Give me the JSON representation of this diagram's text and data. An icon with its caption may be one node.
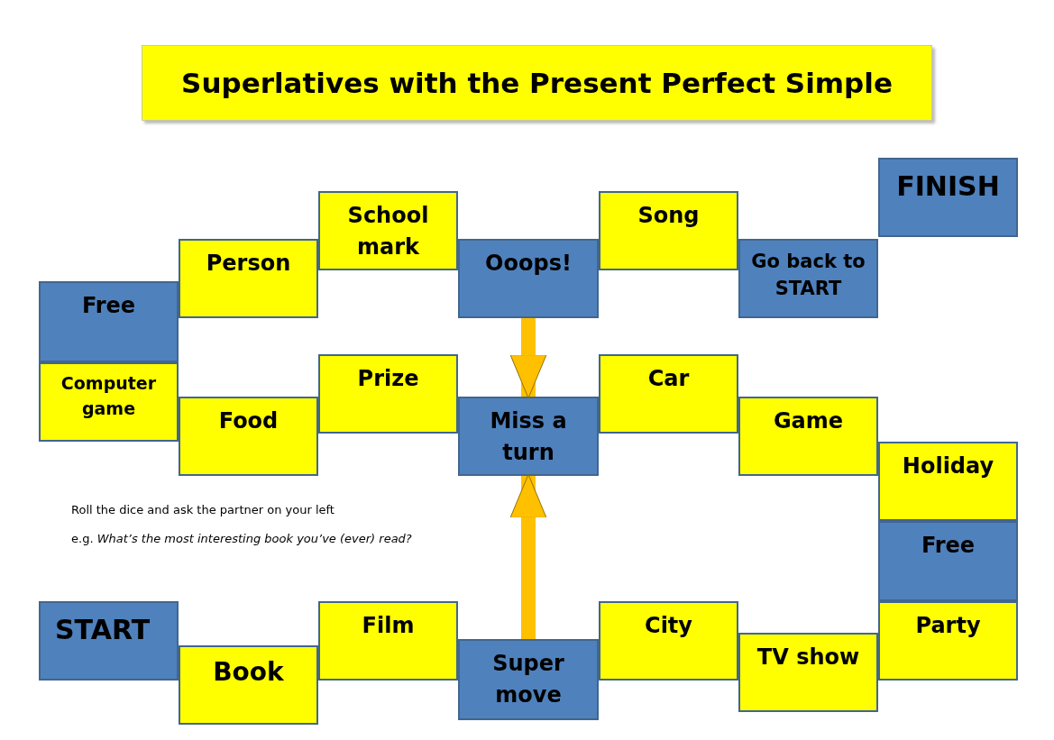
{
  "diagram": {
    "title": "Superlatives with the Present Perfect Simple",
    "nodes": [
      {
        "text": [
          "START"
        ]
      },
      {
        "text": [
          "Book"
        ]
      },
      {
        "text": [
          "Film"
        ]
      },
      {
        "text": [
          "Super move"
        ]
      },
      {
        "text": [
          "City"
        ]
      },
      {
        "text": [
          "TV show"
        ]
      },
      {
        "text": [
          "Party"
        ]
      },
      {
        "text": [
          "Free"
        ]
      },
      {
        "text": [
          "Holiday"
        ]
      },
      {
        "text": [
          "Game"
        ]
      },
      {
        "text": [
          "Car"
        ]
      },
      {
        "text": [
          "Miss a turn"
        ]
      },
      {
        "text": [
          "Prize"
        ]
      },
      {
        "text": [
          "Food"
        ]
      },
      {
        "text": [
          "Computer game"
        ]
      },
      {
        "text": [
          "Free"
        ]
      },
      {
        "text": [
          "Person"
        ]
      },
      {
        "text": [
          "School mark"
        ]
      },
      {
        "text": [
          "Ooops!"
        ]
      },
      {
        "text": [
          "Song"
        ]
      },
      {
        "text": [
          "Go back to START"
        ]
      },
      {
        "text": [
          "FINISH"
        ]
      }
    ],
    "edges": [
      {
        "from": 18,
        "to": 11,
        "arrow": "to"
      },
      {
        "from": 3,
        "to": 11,
        "arrow": "to"
      }
    ],
    "labels": [
      "Roll the dice and ask the partner on your left",
      "e.g. *What’s the most interesting  book you’ve (ever) read?*"
    ]
  }
}
